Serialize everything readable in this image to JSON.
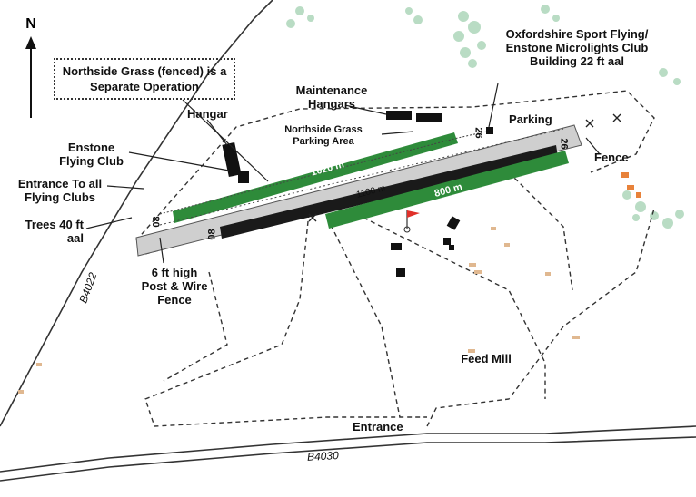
{
  "north": "N",
  "note": "Northside Grass (fenced) is a Separate Operation",
  "labels": {
    "club_building": "Oxfordshire Sport Flying/ Enstone Microlights Club Building 22 ft aal",
    "maintenance": "Maintenance Hangars",
    "hangar": "Hangar",
    "enstone_club": "Enstone Flying Club",
    "entrance_clubs": "Entrance To all Flying Clubs",
    "trees": "Trees 40 ft aal",
    "northside_parking": "Northside Grass Parking Area",
    "parking": "Parking",
    "fence": "Fence",
    "fence_high": "6 ft high Post & Wire Fence",
    "feed_mill": "Feed Mill",
    "entrance": "Entrance"
  },
  "runways": {
    "grass_north_length": "1020 m",
    "hard_length": "1100 m",
    "grass_south_length": "800 m",
    "designator_west_a": "08",
    "designator_west_b": "08",
    "designator_east_a": "26",
    "designator_east_b": "26"
  },
  "roads": {
    "west": "B4022",
    "south": "B4030"
  },
  "colors": {
    "grass_runway": "#2e8b3a",
    "hard_runway": "#1a1a1a",
    "apron": "#cfcfcf",
    "trees": "#b9dcc4",
    "building": "#111111",
    "orange_bldg": "#e8823a",
    "windsock": "#e0302a"
  }
}
